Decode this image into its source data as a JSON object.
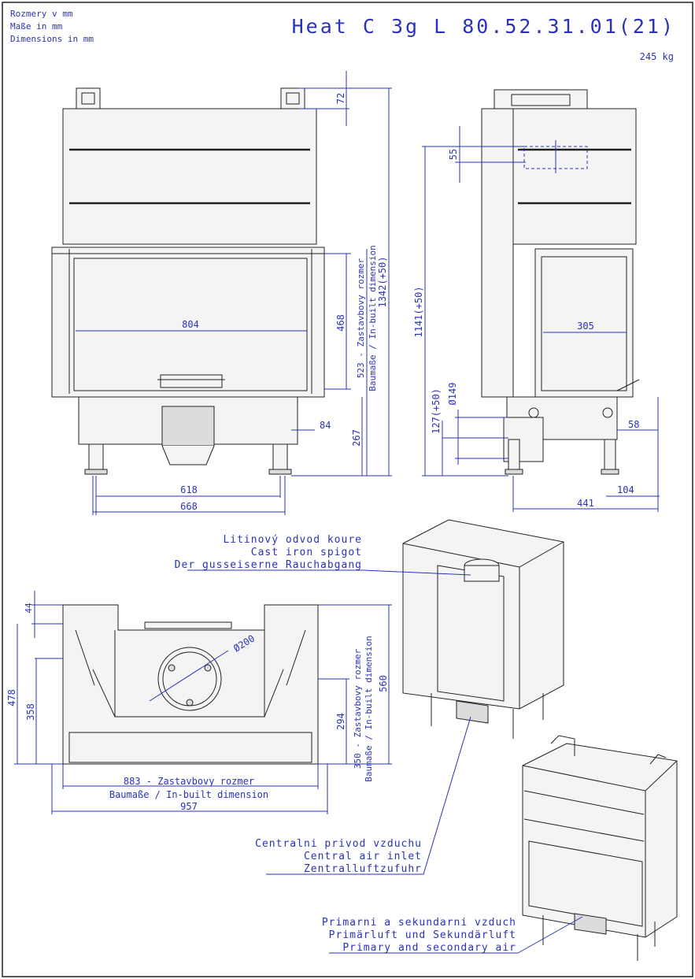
{
  "header": {
    "units_cz": "Rozmery v mm",
    "units_de": "Maße in mm",
    "units_en": "Dimensions in mm",
    "model": "Heat C 3g L 80.52.31.01(21)",
    "weight": "245 kg"
  },
  "front_view": {
    "dim_top": "72",
    "dim_width_inner": "804",
    "dim_glass_height": "468",
    "dim_builtin_label": "523 - Zastavbovy rozmer",
    "dim_builtin_label_2": "Baumaße / In-built dimension",
    "dim_total_height": "1342(+50)",
    "dim_side": "84",
    "dim_base": "267",
    "dim_feet_inner": "618",
    "dim_feet_outer": "668"
  },
  "side_view": {
    "dim_spigot": "55",
    "dim_height": "1141(+50)",
    "dim_depth_glass": "305",
    "dim_air_diameter": "Ø149",
    "dim_air_height": "127(+50)",
    "dim_right_inlet": "58",
    "dim_right_offset": "104",
    "dim_depth_total": "441"
  },
  "top_view": {
    "dim_44": "44",
    "dim_478": "478",
    "dim_358": "358",
    "dim_flue_diameter": "Ø200",
    "dim_294": "294",
    "dim_builtin_label": "350 - Zastavbovy rozmer",
    "dim_builtin_label_2": "Baumaße / In-built dimension",
    "dim_560": "560",
    "dim_width_label": "883 - Zastavbovy rozmer",
    "dim_width_label_2": "Baumaße / In-built dimension",
    "dim_957": "957"
  },
  "callouts": {
    "spigot_cz": "Litinový odvod koure",
    "spigot_en": "Cast iron spigot",
    "spigot_de": "Der gusseiserne Rauchabgang",
    "air_cz": "Centralni privod vzduchu",
    "air_en": "Central air inlet",
    "air_de": "Zentralluftzufuhr",
    "primary_cz": "Primarni a sekundarni vzduch",
    "primary_de": "Primärluft und Sekundärluft",
    "primary_en": "Primary and secondary air"
  },
  "colors": {
    "dimension": "#2a33b8",
    "outline": "#222222"
  }
}
